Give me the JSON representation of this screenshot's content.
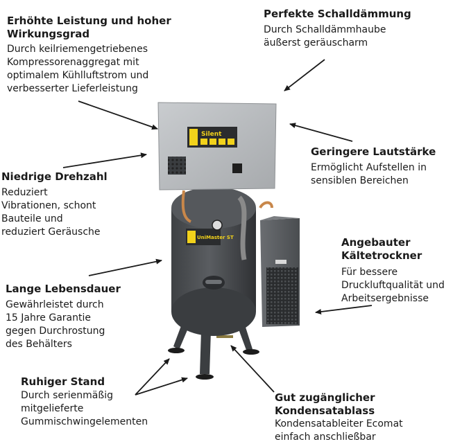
{
  "callouts": [
    {
      "id": "leistung",
      "title": "Erhöhte Leistung und hoher\nWirkungsgrad",
      "text": "Durch keilriemengetriebenes\nKompressorenaggregat mit\noptimalem Kühlluftstrom und\nverbesserter Lieferleistung"
    },
    {
      "id": "schall",
      "title": "Perfekte Schalldämmung",
      "text": "Durch Schalldämmhaube\näußerst geräuscharm"
    },
    {
      "id": "drehzahl",
      "title": "Niedrige Drehzahl",
      "text": "Reduziert\nVibrationen, schont\nBauteile und\nreduziert Geräusche"
    },
    {
      "id": "lautstaerke",
      "title": "Geringere Lautstärke",
      "text": "Ermöglicht Aufstellen in\nsensiblen Bereichen"
    },
    {
      "id": "trockner",
      "title": "Angebauter\nKältetrockner",
      "text": "Für bessere\nDruckluftqualität und\nArbeitsergebnisse"
    },
    {
      "id": "lebensdauer",
      "title": "Lange Lebensdauer",
      "text": "Gewährleistet durch\n15 Jahre Garantie\ngegen Durchrostung\ndes Behälters"
    },
    {
      "id": "stand",
      "title": "Ruhiger Stand",
      "text": "Durch serienmäßig\nmitgelieferte\nGummischwingelementen"
    },
    {
      "id": "kondensat",
      "title": "Gut zugänglicher\nKondensatablass",
      "text": "Kondensatableiter Ecomat\neinfach anschließbar"
    }
  ],
  "product": {
    "hood_label": "Silent",
    "tank_label": "UniMaster ST"
  },
  "colors": {
    "hood": "#b9bcbe",
    "tank": "#4a4d50",
    "dryer": "#5d6064",
    "accent": "#f2d21b",
    "arrow": "#1a1a1a"
  }
}
